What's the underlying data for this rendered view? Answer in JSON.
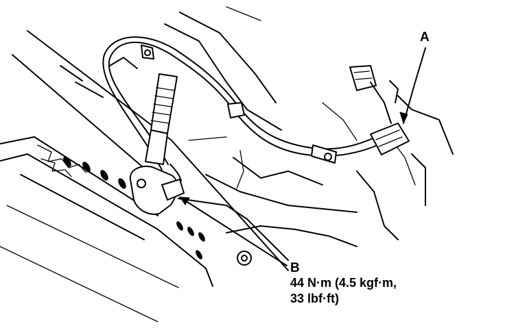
{
  "callouts": {
    "a": {
      "letter": "A"
    },
    "b": {
      "letter": "B",
      "torque_line1": "44 N·m (4.5 kgf·m,",
      "torque_line2": "33 lbf·ft)"
    }
  },
  "colors": {
    "ink": "#000000",
    "paper": "#ffffff"
  }
}
